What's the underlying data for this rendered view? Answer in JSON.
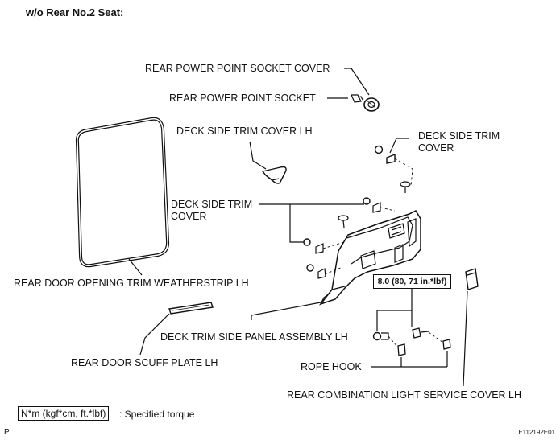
{
  "heading": "w/o Rear No.2 Seat:",
  "labels": {
    "power_point_socket_cover": "REAR POWER POINT SOCKET COVER",
    "power_point_socket": "REAR POWER POINT SOCKET",
    "deck_side_trim_cover_lh": "DECK SIDE TRIM COVER LH",
    "deck_side_trim_cover_right_line1": "DECK SIDE TRIM",
    "deck_side_trim_cover_right_line2": "COVER",
    "deck_side_trim_cover_left_line1": "DECK SIDE TRIM",
    "deck_side_trim_cover_left_line2": "COVER",
    "weatherstrip": "REAR DOOR OPENING TRIM WEATHERSTRIP LH",
    "panel_assembly": "DECK TRIM SIDE PANEL ASSEMBLY LH",
    "scuff_plate": "REAR DOOR SCUFF PLATE LH",
    "rope_hook": "ROPE HOOK",
    "service_cover": "REAR COMBINATION LIGHT SERVICE COVER LH"
  },
  "torque_spec": "8.0 (80, 71 in.*lbf)",
  "legend": {
    "unit": "N*m (kgf*cm, ft.*lbf)",
    "text": ": Specified torque"
  },
  "footer": {
    "corner": "P",
    "code": "E112192E01"
  }
}
